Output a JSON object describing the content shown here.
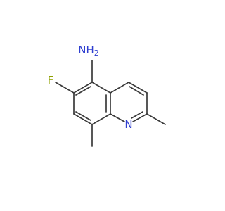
{
  "molecule": {
    "atoms": [
      {
        "label": "NH",
        "subscript": "2",
        "color": "#2f3fd0"
      },
      {
        "label": "F",
        "color": "#8fa000"
      },
      {
        "label": "N",
        "color": "#2f3fd0"
      }
    ]
  },
  "colors": {
    "background": "#ffffff",
    "bond": "#3a3a3a",
    "nitrogen": "#2f3fd0",
    "fluorine": "#8fa000"
  }
}
